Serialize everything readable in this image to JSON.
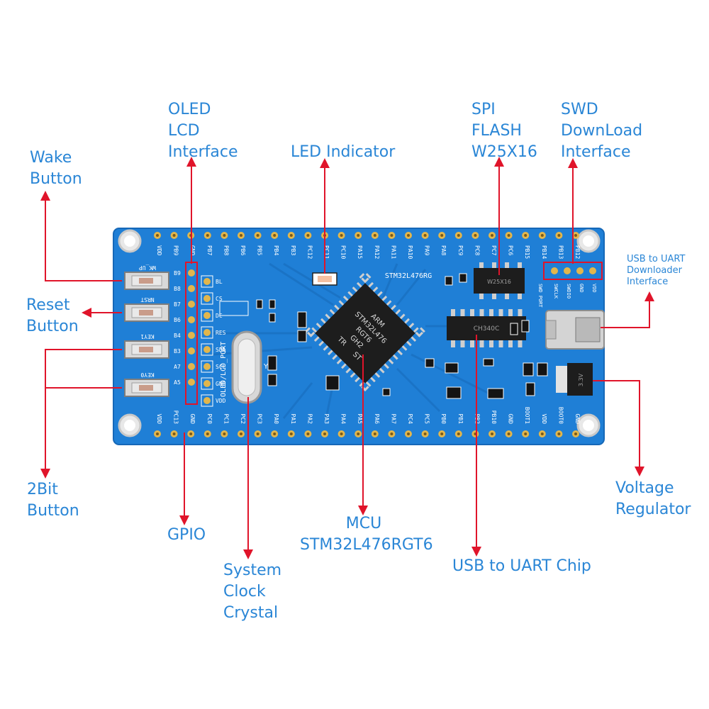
{
  "labels": {
    "oled": [
      "OLED",
      "LCD",
      "Interface"
    ],
    "led": [
      "LED Indicator"
    ],
    "spi": [
      "SPI",
      "FLASH",
      "W25X16"
    ],
    "swd": [
      "SWD",
      "DownLoad",
      "Interface"
    ],
    "wake": [
      "Wake",
      "Button"
    ],
    "reset": [
      "Reset",
      "Button"
    ],
    "usb_uart_if": [
      "USB to UART",
      "Downloader",
      "Interface"
    ],
    "twobit": [
      "2Bit",
      "Button"
    ],
    "gpio": [
      "GPIO"
    ],
    "mcu": [
      "MCU",
      "STM32L476RGT6"
    ],
    "crystal": [
      "System",
      "Clock",
      "Crystal"
    ],
    "usb_chip": [
      "USB to UART Chip"
    ],
    "regulator": [
      "Voltage",
      "Regulator"
    ]
  },
  "board": {
    "silk_top": [
      "VDD",
      "PB9",
      "GND",
      "PB7",
      "PB8",
      "PB6",
      "PB5",
      "PB4",
      "PB3",
      "PC12",
      "PC11",
      "PC10",
      "PA15",
      "PA12",
      "PA11",
      "PA10",
      "PA9",
      "PA8",
      "PC9",
      "PC8",
      "PC7",
      "PC6",
      "PB15",
      "PB14",
      "PB13",
      "PB12"
    ],
    "silk_bottom": [
      "VDD",
      "PC13",
      "GND",
      "PC0",
      "PC1",
      "PC2",
      "PC3",
      "PA0",
      "PA1",
      "PA2",
      "PA3",
      "PA4",
      "PA5",
      "PA6",
      "PA7",
      "PC4",
      "PC5",
      "PB0",
      "PB1",
      "PB2",
      "PB10",
      "GND",
      "BOOT1",
      "VDD",
      "BOOT0",
      "GND"
    ],
    "mcu_text": [
      "ARM",
      "STM32L476",
      "RGT6",
      "GH2",
      "TR",
      "ST"
    ],
    "uart_chip_text": "CH340C",
    "spi_chip_text": "W25X16",
    "port_label": "STM32L476RG",
    "oled_header_label": "OLED/LCD_PORT",
    "oled_pins": [
      "VDD",
      "GND",
      "SCL",
      "SDA",
      "RES",
      "DC",
      "CS",
      "BL"
    ],
    "left_pins": [
      "B9",
      "B8",
      "B7",
      "B6",
      "B4",
      "B3",
      "A7",
      "A5"
    ],
    "button_labels": [
      "WK_UP",
      "NRST",
      "KEY1",
      "KEY0"
    ],
    "swd_pins": [
      "SWCLK",
      "SWDIO",
      "GND",
      "VDD"
    ],
    "swd_port_label": "SWD PORT",
    "regulator_text": "3.3V",
    "crystal_text": "Y2"
  },
  "colors": {
    "pcb": "#1f7fd6",
    "pcb_dark": "#1668b8",
    "silk": "#ffffff",
    "pad": "#e2b64c",
    "label": "#2a86d6",
    "arrow": "#e0142a",
    "chip": "#1d1d1d"
  }
}
